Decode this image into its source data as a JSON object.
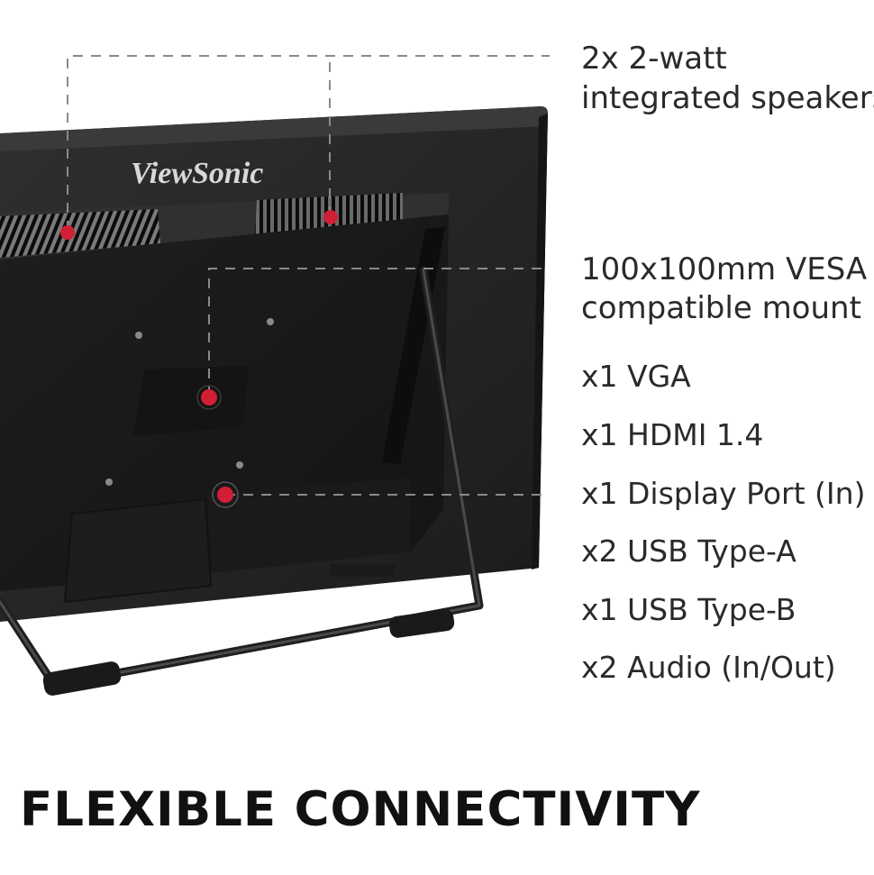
{
  "headline": "FLEXIBLE CONNECTIVITY",
  "brand": "ViewSonic",
  "callouts": {
    "speakers": [
      "2x 2-watt",
      "integrated speakers"
    ],
    "vesa": [
      "100x100mm VESA",
      "compatible mount"
    ]
  },
  "ports": [
    "x1 VGA",
    "x1 HDMI 1.4",
    "x1 Display Port (In)",
    "x2 USB Type-A",
    "x1 USB Type-B",
    "x2 Audio (In/Out)"
  ],
  "colors": {
    "marker": "#d11f35",
    "leader": "#8a8a8a",
    "monitor_body": "#232323",
    "text": "#2a2a2a"
  }
}
